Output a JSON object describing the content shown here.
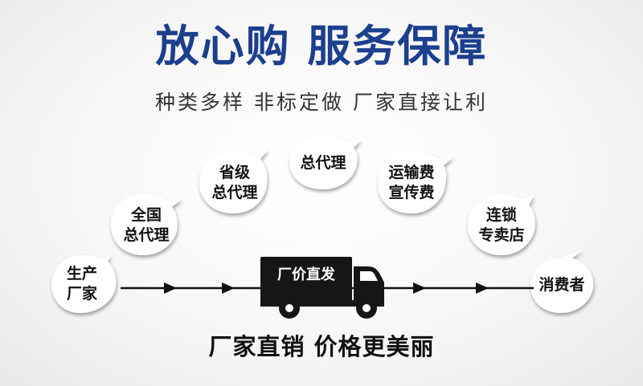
{
  "header": {
    "title": "放心购 服务保障",
    "subtitle": "种类多样 非标定做 厂家直接让利"
  },
  "flow": {
    "nodes": [
      {
        "label": "生产\n厂家"
      },
      {
        "label": "全国\n总代理"
      },
      {
        "label": "省级\n总代理"
      },
      {
        "label": "总代理"
      },
      {
        "label": "运输费\n宣传费"
      },
      {
        "label": "连锁\n专卖店"
      },
      {
        "label": "消费者"
      }
    ],
    "truck_label": "厂价直发"
  },
  "footer": {
    "slogan": "厂家直销  价格更美丽"
  },
  "colors": {
    "title": "#1c3f8e",
    "truck": "#161616"
  }
}
